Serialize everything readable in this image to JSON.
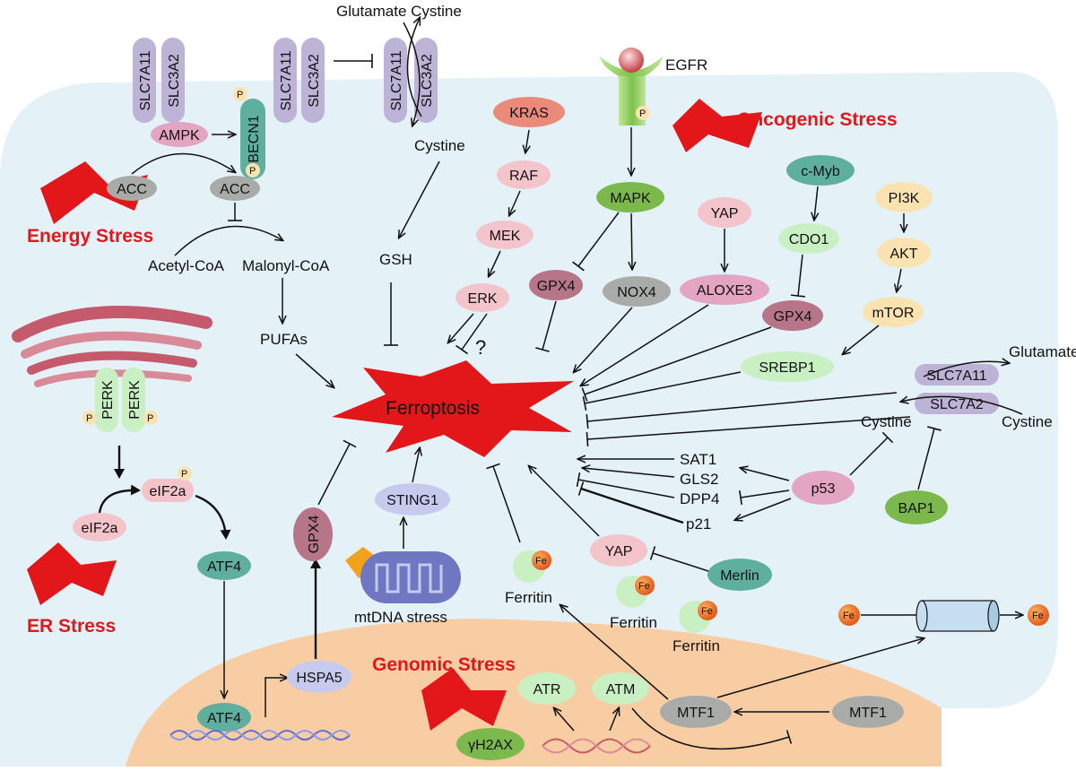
{
  "labels": {
    "glutamate_cystine_top": "Glutamate Cystine",
    "cystine_mid": "Cystine",
    "gsh": "GSH",
    "acetyl_coa": "Acetyl-CoA",
    "malonyl_coa": "Malonyl-CoA",
    "pufas": "PUFAs",
    "question": "?",
    "glutamate_right": "Glutamate",
    "cystine_right": "Cystine",
    "cystine_p53": "Cystine",
    "ferritin_1": "Ferritin",
    "ferritin_2": "Ferritin",
    "ferritin_3": "Ferritin",
    "mtdna_stress": "mtDNA stress",
    "egfr": "EGFR",
    "sat1": "SAT1",
    "gls2": "GLS2",
    "dpp4": "DPP4",
    "p21": "p21"
  },
  "stress": {
    "energy": "Energy Stress",
    "oncogenic": "Oncogenic Stress",
    "er": "ER Stress",
    "genomic": "Genomic Stress"
  },
  "center": "Ferroptosis",
  "nodes": {
    "slc7a11_a": "SLC7A11",
    "slc3a2_a": "SLC3A2",
    "slc7a11_b": "SLC7A11",
    "slc3a2_b": "SLC3A2",
    "slc7a11_c": "SLC7A11",
    "slc3a2_c": "SLC3A2",
    "ampk": "AMPK",
    "becn1": "BECN1",
    "acc_1": "ACC",
    "acc_2": "ACC",
    "kras": "KRAS",
    "raf": "RAF",
    "mek": "MEK",
    "erk": "ERK",
    "mapk": "MAPK",
    "gpx4_mapk": "GPX4",
    "nox4": "NOX4",
    "yap_1": "YAP",
    "aloxe3": "ALOXE3",
    "cmyb": "c-Myb",
    "cdo1": "CDO1",
    "gpx4_cdo1": "GPX4",
    "pi3k": "PI3K",
    "akt": "AKT",
    "mtor": "mTOR",
    "srebp1": "SREBP1",
    "slc7a11_r": "SLC7A11",
    "slc7a2_r": "SLC7A2",
    "p53": "p53",
    "bap1": "BAP1",
    "perk_1": "PERK",
    "perk_2": "PERK",
    "eif2a_p": "eIF2a",
    "eif2a": "eIF2a",
    "atf4_1": "ATF4",
    "atf4_2": "ATF4",
    "gpx4_er": "GPX4",
    "hspa5": "HSPA5",
    "sting1": "STING1",
    "yap_2": "YAP",
    "merlin": "Merlin",
    "atr": "ATR",
    "atm": "ATM",
    "mtf1_in": "MTF1",
    "mtf1_out": "MTF1",
    "gh2ax": "γH2AX"
  },
  "p_mark": "P",
  "fe": "Fe",
  "colors": {
    "cell": "#e4f1f7",
    "nucleus": "#f9cda3",
    "stress_red": "#e3171a",
    "bolt_orange": "#f3a11a",
    "lavender": "#bdb3d7",
    "pink": "#f3c4c9",
    "mauve": "#e3a5c1",
    "plum": "#b77588",
    "teal": "#5eaf9e",
    "green_light": "#c8f0c3",
    "green_dark": "#7bb94c",
    "grey": "#a9aba9",
    "salmon": "#e98a7b",
    "peach": "#fbe3b1",
    "blue_lav": "#c6cbee"
  }
}
